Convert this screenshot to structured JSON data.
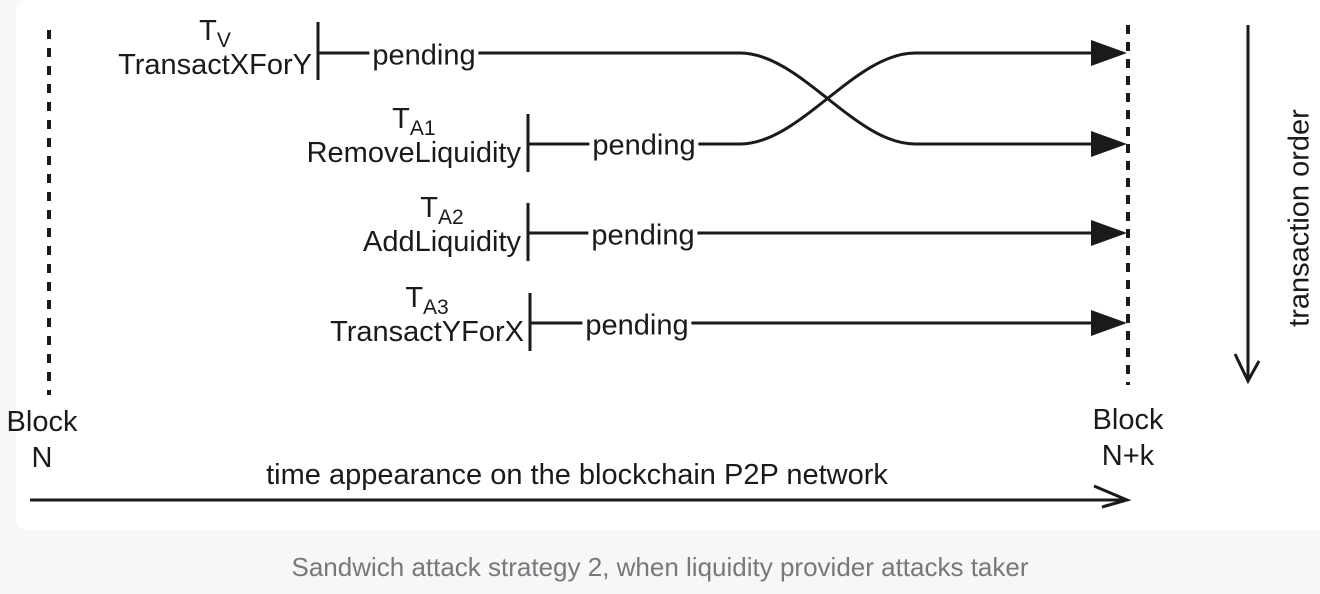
{
  "diagram": {
    "rows": [
      {
        "symbol_base": "T",
        "symbol_sub": "V",
        "action": "TransactXForY",
        "status": "pending"
      },
      {
        "symbol_base": "T",
        "symbol_sub": "A1",
        "action": "RemoveLiquidity",
        "status": "pending"
      },
      {
        "symbol_base": "T",
        "symbol_sub": "A2",
        "action": "AddLiquidity",
        "status": "pending"
      },
      {
        "symbol_base": "T",
        "symbol_sub": "A3",
        "action": "TransactYForX",
        "status": "pending"
      }
    ],
    "left_block": {
      "label": "Block",
      "value": "N"
    },
    "right_block": {
      "label": "Block",
      "value": "N+k"
    },
    "time_axis_label": "time appearance on the blockchain P2P network",
    "order_axis_label": "transaction order"
  },
  "caption": "Sandwich attack strategy 2, when liquidity provider attacks taker",
  "colors": {
    "ink": "#1a1a1a",
    "caption_text": "#77777c",
    "page_bg": "#f7f7f8",
    "panel_bg": "#ffffff"
  }
}
